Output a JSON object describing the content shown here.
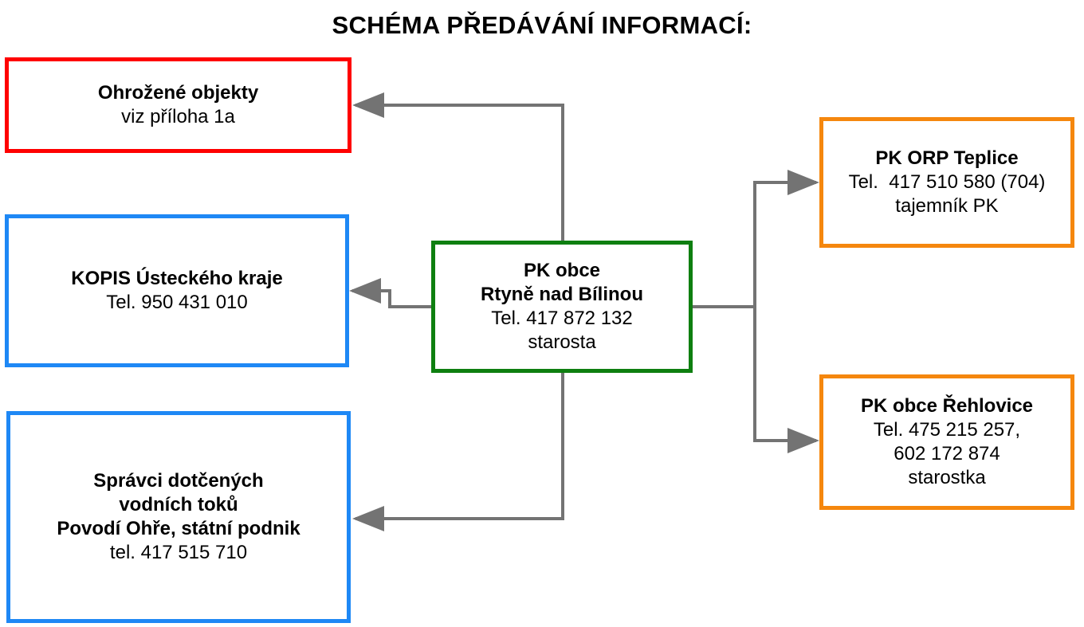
{
  "title": "SCHÉMA PŘEDÁVÁNÍ INFORMACÍ:",
  "colors": {
    "red": "#ff0000",
    "blue": "#1e88f5",
    "green": "#0e7f10",
    "orange": "#f5870e",
    "arrow": "#737373"
  },
  "boxes": {
    "threatened": {
      "name": "Ohrožené objekty",
      "line1": "viz příloha 1a"
    },
    "kopis": {
      "name": "KOPIS Ústeckého kraje",
      "line1": "Tel. 950 431 010"
    },
    "water": {
      "name1": "Správci dotčených",
      "name2": "vodních toků",
      "name3": "Povodí Ohře, státní podnik",
      "line1": "tel. 417 515 710"
    },
    "center": {
      "name1": "PK obce",
      "name2": "Rtyně nad Bílinou",
      "line1": "Tel. 417 872 132",
      "line2": "starosta"
    },
    "orp": {
      "name": "PK ORP Teplice",
      "line1": "Tel.  417 510 580 (704)",
      "line2": "tajemník PK"
    },
    "rehlovice": {
      "name": "PK obce Řehlovice",
      "line1": "Tel. 475 215 257,",
      "line2": "602 172 874",
      "line3": "starostka"
    }
  }
}
